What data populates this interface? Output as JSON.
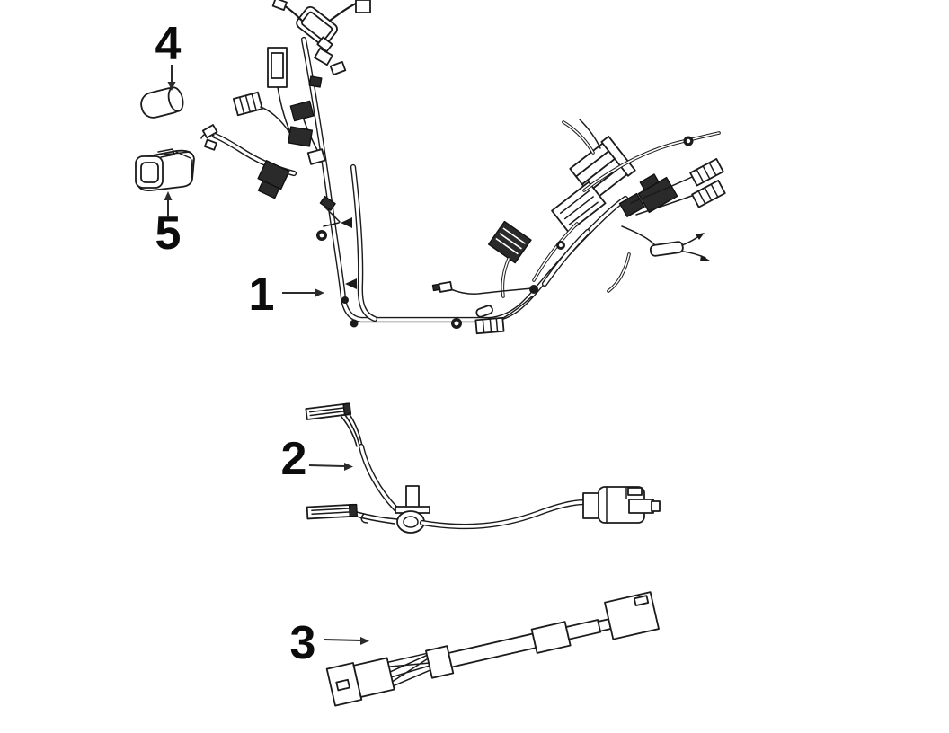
{
  "page": {
    "background_color": "#ffffff",
    "line_color": "#1b1b1b"
  },
  "diagram": {
    "kind": "wiring-harness-parts-diagram",
    "callouts": [
      {
        "label": "1",
        "part": "main-wiring-harness",
        "arrow_direction": "right"
      },
      {
        "label": "2",
        "part": "sub-wiring-harness",
        "arrow_direction": "right"
      },
      {
        "label": "3",
        "part": "battery-cable",
        "arrow_direction": "right"
      },
      {
        "label": "4",
        "part": "cylindrical-fuse",
        "arrow_direction": "down"
      },
      {
        "label": "5",
        "part": "connector-housing",
        "arrow_direction": "up"
      }
    ]
  }
}
